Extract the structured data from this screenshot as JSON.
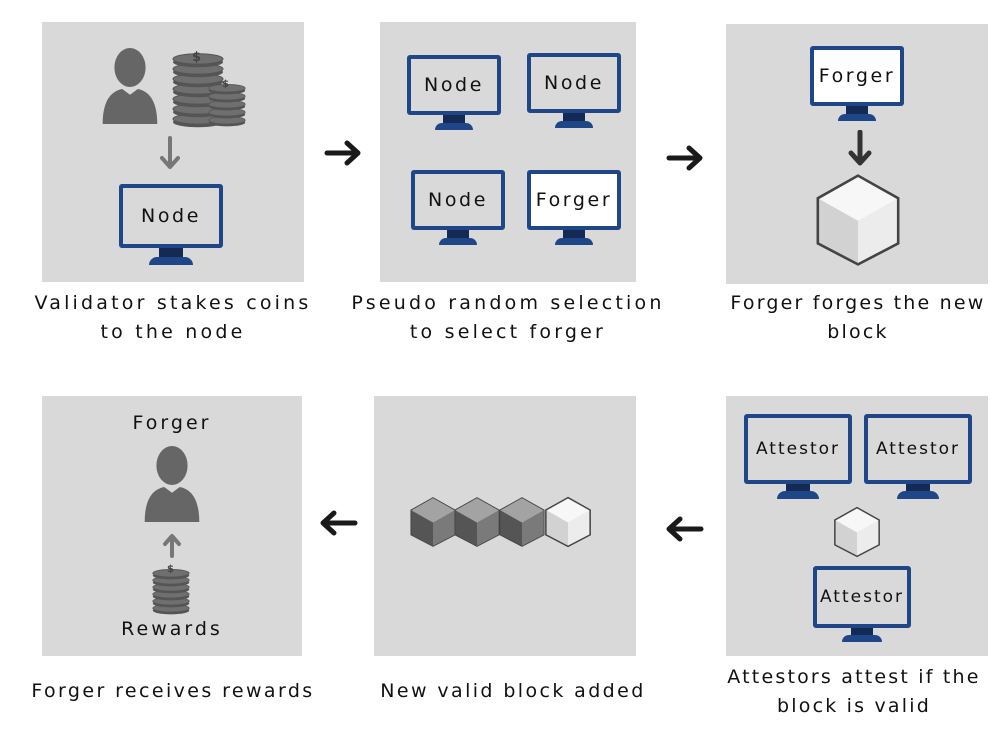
{
  "colors": {
    "panel_bg": "#d9d9d9",
    "monitor_frame": "#1f4788",
    "monitor_stand": "#142a55",
    "icon_gray": "#666666",
    "arrow_dark": "#1a1a1a"
  },
  "steps": [
    {
      "id": "stake",
      "caption": "Validator stakes coins\nto the node",
      "icons": [
        "user-icon",
        "coin-stack-icon",
        "arrow-down-icon"
      ],
      "monitors": [
        {
          "label": "Node",
          "highlighted": false
        }
      ]
    },
    {
      "id": "selection",
      "caption": "Pseudo random selection\nto select forger",
      "monitors": [
        {
          "label": "Node",
          "highlighted": false
        },
        {
          "label": "Node",
          "highlighted": false
        },
        {
          "label": "Node",
          "highlighted": false
        },
        {
          "label": "Forger",
          "highlighted": true
        }
      ]
    },
    {
      "id": "forge",
      "caption": "Forger forges the new\nblock",
      "icons": [
        "arrow-down-icon",
        "block-icon"
      ],
      "monitors": [
        {
          "label": "Forger",
          "highlighted": true
        }
      ]
    },
    {
      "id": "attest",
      "caption": "Attestors attest if the\nblock is valid",
      "icons": [
        "block-icon"
      ],
      "monitors": [
        {
          "label": "Attestor",
          "highlighted": false
        },
        {
          "label": "Attestor",
          "highlighted": false
        },
        {
          "label": "Attestor",
          "highlighted": false
        }
      ]
    },
    {
      "id": "added",
      "caption": "New valid block added",
      "icons": [
        "blockchain-icon"
      ],
      "chain_blocks": [
        "validated",
        "validated",
        "validated",
        "new"
      ]
    },
    {
      "id": "reward",
      "caption": "Forger receives rewards",
      "top_label": "Forger",
      "bottom_label": "Rewards",
      "icons": [
        "user-icon",
        "arrow-up-icon",
        "coin-stack-icon"
      ]
    }
  ],
  "flow_arrows": [
    {
      "from": "stake",
      "to": "selection",
      "direction": "right"
    },
    {
      "from": "selection",
      "to": "forge",
      "direction": "right"
    },
    {
      "from": "attest",
      "to": "added",
      "direction": "left"
    },
    {
      "from": "added",
      "to": "reward",
      "direction": "left"
    }
  ]
}
